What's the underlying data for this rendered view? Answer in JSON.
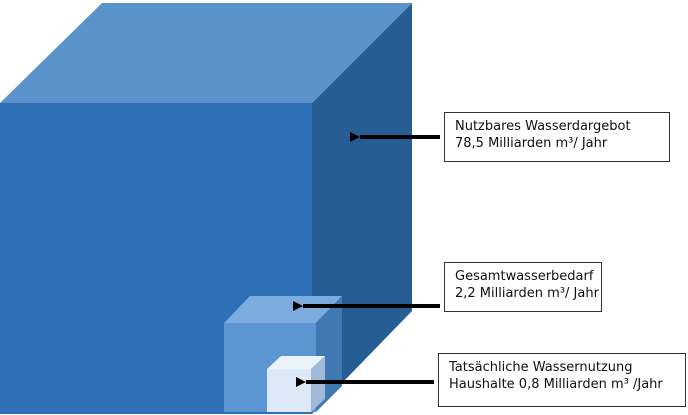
{
  "colors": {
    "large_front": "#2e70b5",
    "large_top": "#5a93cb",
    "large_side": "#265d94",
    "medium_front": "#5b96d3",
    "medium_top": "#7cabde",
    "medium_side": "#3f78b2",
    "small_front": "#dde9f6",
    "small_top": "#eaf2fa",
    "small_side": "#9fb9d6",
    "arrow": "#000000"
  },
  "callouts": {
    "supply": {
      "line1": "Nutzbares Wasserdargebot",
      "line2": "78,5 Milliarden m³/ Jahr"
    },
    "demand": {
      "line1": "Gesamtwasserbedarf",
      "line2": "2,2 Milliarden m³/ Jahr"
    },
    "usage": {
      "line1": "Tatsächliche Wassernutzung",
      "line2": "Haushalte 0,8 Milliarden m³ /Jahr"
    }
  }
}
